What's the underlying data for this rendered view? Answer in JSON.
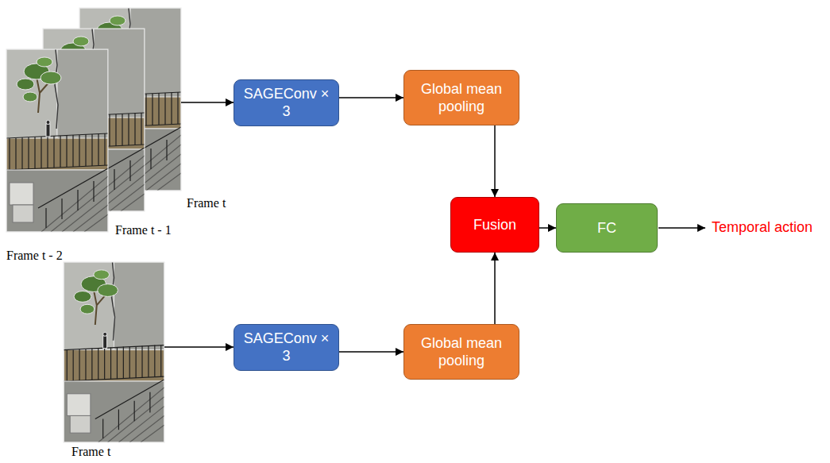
{
  "diagram": {
    "nodes": [
      {
        "text": [
          "Frame t",
          "Frame t - 1",
          "Frame t - 2"
        ]
      },
      {
        "text": [
          "SAGEConv × 3"
        ]
      },
      {
        "text": [
          "Global mean pooling"
        ]
      },
      {
        "text": [
          "Fusion"
        ]
      },
      {
        "text": [
          "FC"
        ]
      },
      {
        "text": [
          "Frame t"
        ]
      },
      {
        "text": [
          "SAGEConv × 3"
        ]
      },
      {
        "text": [
          "Global mean pooling"
        ]
      }
    ],
    "edges": [
      {
        "from": 0,
        "to": 1,
        "arrow": "to"
      },
      {
        "from": 1,
        "to": 2,
        "arrow": "to"
      },
      {
        "from": 2,
        "to": 3,
        "arrow": "to"
      },
      {
        "from": 3,
        "to": 4,
        "arrow": "to"
      },
      {
        "from": 5,
        "to": 6,
        "arrow": "to"
      },
      {
        "from": 6,
        "to": 7,
        "arrow": "to"
      },
      {
        "from": 7,
        "to": 3,
        "arrow": "to"
      }
    ],
    "labels": [
      "Temporal action"
    ]
  }
}
